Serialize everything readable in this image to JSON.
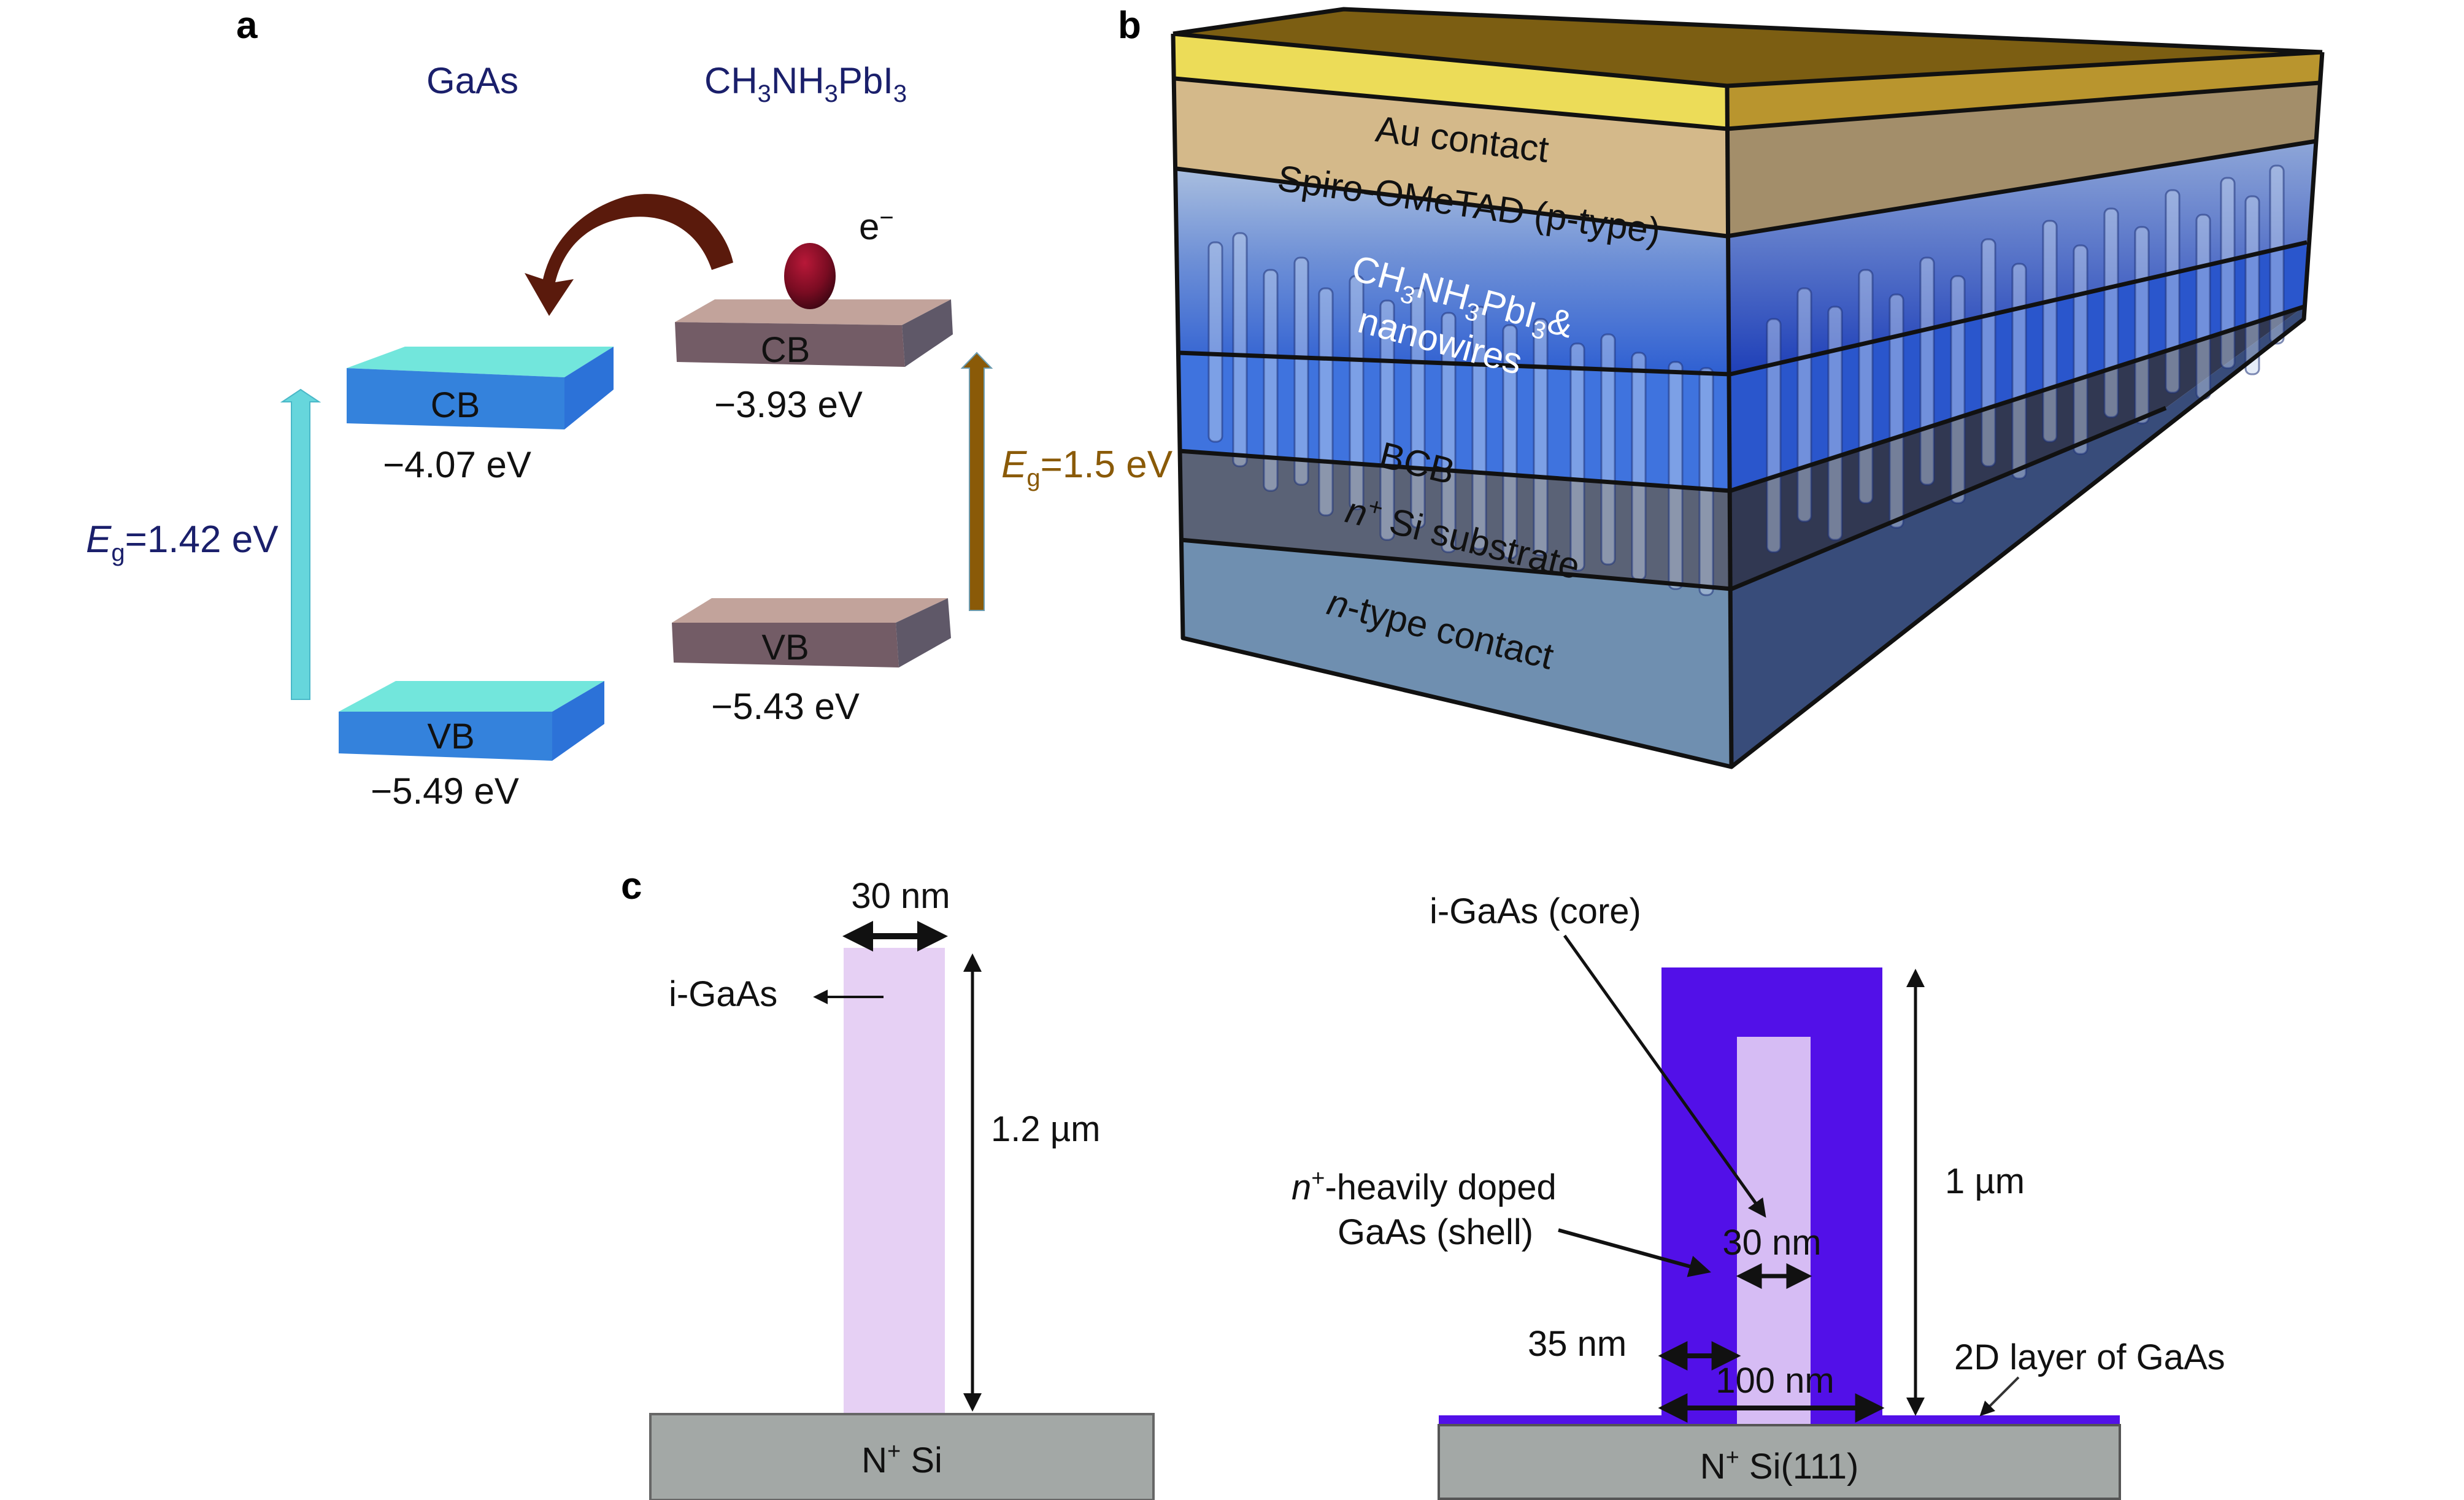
{
  "figure": {
    "panel_labels": {
      "a": "a",
      "b": "b",
      "c": "c"
    },
    "panel_a": {
      "materials": [
        {
          "name": "GaAs",
          "cb": {
            "label": "CB",
            "energy": "−4.07 eV"
          },
          "vb": {
            "label": "VB",
            "energy": "−5.49 eV"
          },
          "bandgap": {
            "symbol": "E",
            "subscript": "g",
            "value": "=1.42 eV"
          },
          "colors": {
            "slab_top": "#72e6dc",
            "slab_front": "#3482dc",
            "slab_side": "#2c72d8",
            "arrow": "#66d6dc",
            "label": "#1a1f6b"
          }
        },
        {
          "name": "CH3NH3PbI3",
          "name_parts": [
            "CH",
            "3",
            "NH",
            "3",
            "PbI",
            "3"
          ],
          "cb": {
            "label": "CB",
            "energy": "−3.93 eV"
          },
          "vb": {
            "label": "VB",
            "energy": "−5.43 eV"
          },
          "bandgap": {
            "symbol": "E",
            "subscript": "g",
            "value": "=1.5 eV"
          },
          "colors": {
            "slab_top": "#c2a39b",
            "slab_front": "#735c66",
            "slab_side": "#5f5868",
            "arrow": "#8a5a08",
            "label": "#8a5a08"
          }
        }
      ],
      "electron": {
        "label": "e",
        "charge": "−",
        "color": "#8a1028"
      },
      "transfer_arrow_color": "#5a1a0c"
    },
    "panel_b": {
      "layers": [
        {
          "label": "Au contact",
          "front": "#ecdc58",
          "side": "#b9952e",
          "text_color": "#111"
        },
        {
          "label": "Spiro-OMeTAD (p-type)",
          "front": "#d4b98a",
          "side": "#a38e6a",
          "text_color": "#111"
        },
        {
          "label_parts": [
            "CH",
            "3",
            "NH",
            "3",
            "PbI",
            "3",
            "&"
          ],
          "label_line2": "nanowires",
          "front": "#9db4d8",
          "side": "#2a50c0",
          "text_color": "#ffffff"
        },
        {
          "label": "BCB",
          "front": "#3f73de",
          "side": "#2a56cc",
          "text_color": "#111"
        },
        {
          "label_italic": "n",
          "label_sup": "+",
          "label_rest": " Si substrate",
          "front": "#5a6276",
          "side": "#313852",
          "text_color": "#111"
        },
        {
          "label_italic": "n",
          "label_rest": "-type contact",
          "front": "#6f8fb0",
          "side": "#384c7a",
          "text_color": "#111"
        }
      ],
      "top_color": "#7c5e12"
    },
    "panel_c": {
      "left": {
        "width_label": "30 nm",
        "height_label": "1.2 µm",
        "wire_label": "i-GaAs",
        "substrate_label_main": "N",
        "substrate_label_sup": "+",
        "substrate_label_rest": " Si",
        "colors": {
          "wire": "#e6d0f4",
          "substrate": "#a3a8a6"
        }
      },
      "right": {
        "core_label": "i-GaAs (core)",
        "shell_label_italic": "n",
        "shell_label_sup": "+",
        "shell_label_line1_rest": "-heavily doped",
        "shell_label_line2": "GaAs (shell)",
        "height_label": "1 µm",
        "core_width_label": "30 nm",
        "shell_thickness_label": "35 nm",
        "total_width_label": "100 nm",
        "layer_label": "2D layer of GaAs",
        "substrate_label_main": "N",
        "substrate_label_sup": "+",
        "substrate_label_rest": " Si(111)",
        "colors": {
          "shell": "#5210e8",
          "core": "#d6bcf4",
          "substrate": "#a3a8a6"
        }
      }
    }
  }
}
